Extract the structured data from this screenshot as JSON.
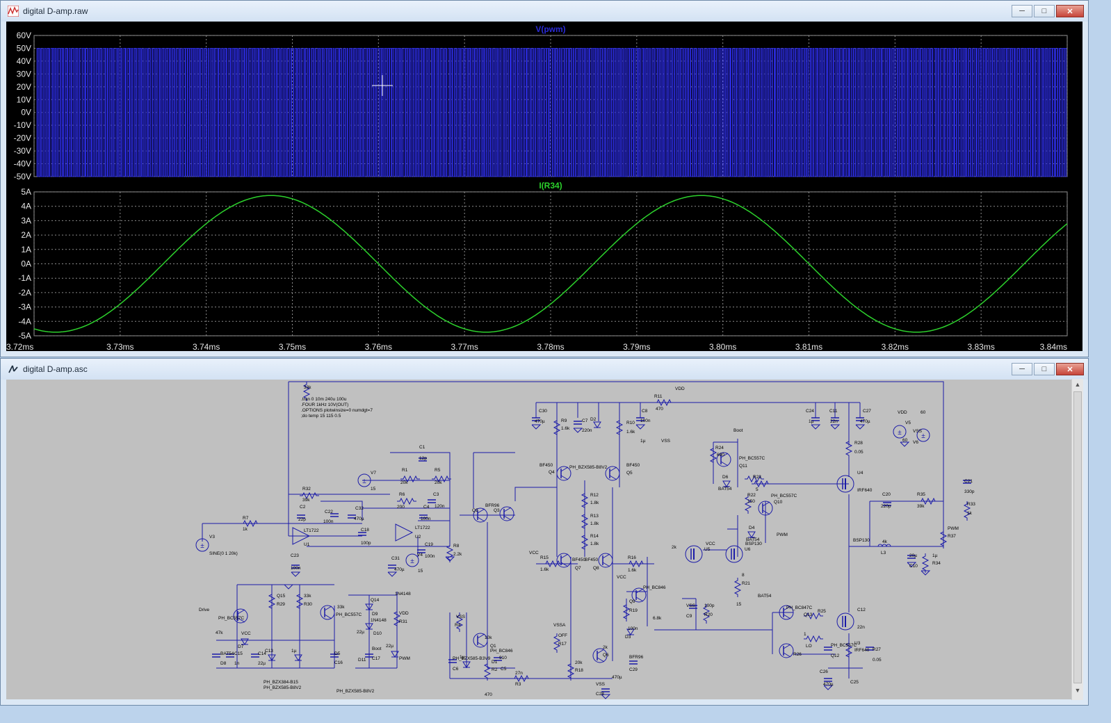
{
  "wave_window": {
    "title": "digital D-amp.raw",
    "buttons": {
      "minimize": "─",
      "maximize": "□",
      "close": "✕"
    }
  },
  "schem_window": {
    "title": "digital D-amp.asc",
    "buttons": {
      "minimize": "─",
      "maximize": "□",
      "close": "✕"
    }
  },
  "colors": {
    "pwm_trace": "#2a2ad8",
    "current_trace": "#2cd12c",
    "schematic_bg": "#c0c0c0",
    "wire": "#1a1aa8",
    "label": "#000000",
    "grid": "#8c8c8c"
  },
  "icons": {
    "waveform_window": "waveform-icon",
    "schematic_window": "schematic-icon"
  },
  "chart_data": [
    {
      "type": "line",
      "title": "V(pwm)",
      "ylim": [
        -50,
        60
      ],
      "yticks": [
        "60V",
        "50V",
        "40V",
        "30V",
        "20V",
        "10V",
        "0V",
        "-10V",
        "-20V",
        "-30V",
        "-40V",
        "-50V"
      ],
      "series": [
        {
          "name": "V(pwm)",
          "kind": "pwm",
          "high": 50,
          "low": -50
        }
      ]
    },
    {
      "type": "line",
      "title": "I(R34)",
      "ylim": [
        -5,
        5
      ],
      "yticks": [
        "5A",
        "4A",
        "3A",
        "2A",
        "1A",
        "0A",
        "-1A",
        "-2A",
        "-3A",
        "-4A",
        "-5A"
      ],
      "xlim": [
        3.72,
        3.84
      ],
      "xticks": [
        "3.72ms",
        "3.73ms",
        "3.74ms",
        "3.75ms",
        "3.76ms",
        "3.77ms",
        "3.78ms",
        "3.79ms",
        "3.80ms",
        "3.81ms",
        "3.82ms",
        "3.83ms",
        "3.84ms"
      ],
      "series": [
        {
          "name": "I(R34)",
          "amplitude": 4.75,
          "frequency_khz": 20,
          "peak_ms": 3.7475
        }
      ]
    }
  ],
  "schematic": {
    "directives": [
      ".tran 0 10m 240u 100u",
      ".FOUR 1kHz 10V(OUT)",
      ".OPTIONS plotwinsize=0 numdgt=7",
      ";do temp 15 115 0.5"
    ],
    "labels": [
      {
        "t": "33k"
      },
      {
        "t": "C30"
      },
      {
        "t": "470µ"
      },
      {
        "t": "R9"
      },
      {
        "t": "1.6k"
      },
      {
        "t": "C7"
      },
      {
        "t": "220n"
      },
      {
        "t": "D2"
      },
      {
        "t": "R10"
      },
      {
        "t": "1.6k"
      },
      {
        "t": "C8"
      },
      {
        "t": "100n"
      },
      {
        "t": "R11"
      },
      {
        "t": "470"
      },
      {
        "t": "VDD"
      },
      {
        "t": "C24"
      },
      {
        "t": "1µ"
      },
      {
        "t": "C11"
      },
      {
        "t": "22n"
      },
      {
        "t": "C27"
      },
      {
        "t": "470µ"
      },
      {
        "t": "VDD"
      },
      {
        "t": "V5"
      },
      {
        "t": "60"
      },
      {
        "t": "VSS"
      },
      {
        "t": "60"
      },
      {
        "t": "V6"
      },
      {
        "t": "R28"
      },
      {
        "t": "0.05"
      },
      {
        "t": "R24"
      },
      {
        "t": "680"
      },
      {
        "t": "Boot"
      },
      {
        "t": "PH_BC557C"
      },
      {
        "t": "Q11"
      },
      {
        "t": "C1"
      },
      {
        "t": "12p"
      },
      {
        "t": "V7"
      },
      {
        "t": "15"
      },
      {
        "t": "R1"
      },
      {
        "t": "20k"
      },
      {
        "t": "R5"
      },
      {
        "t": "20k"
      },
      {
        "t": "BF450"
      },
      {
        "t": "Q4"
      },
      {
        "t": "PH_BZX585-B8V2"
      },
      {
        "t": "BF450"
      },
      {
        "t": "Q5"
      },
      {
        "t": "D6"
      },
      {
        "t": "R23"
      },
      {
        "t": "5"
      },
      {
        "t": "BAT54"
      },
      {
        "t": "R22"
      },
      {
        "t": "150"
      },
      {
        "t": "PH_BC557C"
      },
      {
        "t": "Q10"
      },
      {
        "t": "U4"
      },
      {
        "t": "IRF640"
      },
      {
        "t": "C21"
      },
      {
        "t": "330p"
      },
      {
        "t": "R33"
      },
      {
        "t": "1k"
      },
      {
        "t": "R32"
      },
      {
        "t": "39k"
      },
      {
        "t": "R6"
      },
      {
        "t": "200"
      },
      {
        "t": "C3"
      },
      {
        "t": "C4"
      },
      {
        "t": "120n"
      },
      {
        "t": "100n"
      },
      {
        "t": "C2"
      },
      {
        "t": "22p"
      },
      {
        "t": "C22"
      },
      {
        "t": "100n"
      },
      {
        "t": "C32"
      },
      {
        "t": "470µ"
      },
      {
        "t": "Q2"
      },
      {
        "t": "BFR96"
      },
      {
        "t": "Q3"
      },
      {
        "t": "R12"
      },
      {
        "t": "1.8k"
      },
      {
        "t": "R13"
      },
      {
        "t": "1.8k"
      },
      {
        "t": "R14"
      },
      {
        "t": "1.8k"
      },
      {
        "t": "C20"
      },
      {
        "t": "220p"
      },
      {
        "t": "R35"
      },
      {
        "t": "39k"
      },
      {
        "t": "D4"
      },
      {
        "t": "BAT54"
      },
      {
        "t": "PWM"
      },
      {
        "t": "R7"
      },
      {
        "t": "1k"
      },
      {
        "t": "V3"
      },
      {
        "t": "SINE(0 1 20k)"
      },
      {
        "t": "U1"
      },
      {
        "t": "LT1722"
      },
      {
        "t": "C18"
      },
      {
        "t": "100p"
      },
      {
        "t": "LT1722"
      },
      {
        "t": "U2"
      },
      {
        "t": "C19"
      },
      {
        "t": "100n"
      },
      {
        "t": "R8"
      },
      {
        "t": "2.2k"
      },
      {
        "t": "C23"
      },
      {
        "t": "100n"
      },
      {
        "t": "C31"
      },
      {
        "t": "470µ"
      },
      {
        "t": "V4"
      },
      {
        "t": "15"
      },
      {
        "t": "VCC"
      },
      {
        "t": "R15"
      },
      {
        "t": "1.6k"
      },
      {
        "t": "BF450"
      },
      {
        "t": "BF450"
      },
      {
        "t": "Q7"
      },
      {
        "t": "Q8"
      },
      {
        "t": "R16"
      },
      {
        "t": "1.6k"
      },
      {
        "t": "VCC"
      },
      {
        "t": "PH_BC846"
      },
      {
        "t": "Q9"
      },
      {
        "t": "R19"
      },
      {
        "t": "2k"
      },
      {
        "t": "VCC"
      },
      {
        "t": "U5"
      },
      {
        "t": "BSP130"
      },
      {
        "t": "U6"
      },
      {
        "t": "BSP130"
      },
      {
        "t": "PWM"
      },
      {
        "t": "R37"
      },
      {
        "t": "4k"
      },
      {
        "t": "L3"
      },
      {
        "t": "20µ"
      },
      {
        "t": "C10"
      },
      {
        "t": "1µ"
      },
      {
        "t": "R34"
      },
      {
        "t": "8"
      },
      {
        "t": "R21"
      },
      {
        "t": "15"
      },
      {
        "t": "VSS"
      },
      {
        "t": "C9"
      },
      {
        "t": "100p"
      },
      {
        "t": "R20"
      },
      {
        "t": "6.8k"
      },
      {
        "t": "Drive"
      },
      {
        "t": "PH_BC557C"
      },
      {
        "t": "Q15"
      },
      {
        "t": "R29"
      },
      {
        "t": "33k"
      },
      {
        "t": "R30"
      },
      {
        "t": "33k"
      },
      {
        "t": "PH_BC557C"
      },
      {
        "t": "Q14"
      },
      {
        "t": "D9"
      },
      {
        "t": "1N4148"
      },
      {
        "t": "D10"
      },
      {
        "t": "1N4148"
      },
      {
        "t": "VDD"
      },
      {
        "t": "R31"
      },
      {
        "t": "47k"
      },
      {
        "t": "VCC"
      },
      {
        "t": "D7"
      },
      {
        "t": "BAT54"
      },
      {
        "t": "C15"
      },
      {
        "t": "C14"
      },
      {
        "t": "C13"
      },
      {
        "t": "D8"
      },
      {
        "t": "1n"
      },
      {
        "t": "22µ"
      },
      {
        "t": "1µ"
      },
      {
        "t": "D5"
      },
      {
        "t": "C16"
      },
      {
        "t": "22µ"
      },
      {
        "t": "Boot"
      },
      {
        "t": "C17"
      },
      {
        "t": "22µ"
      },
      {
        "t": "D11"
      },
      {
        "t": "PWM"
      },
      {
        "t": "PH_BZX384-B15"
      },
      {
        "t": "PH_BZX585-B8V2"
      },
      {
        "t": "PH_BZX585-B8V2"
      },
      {
        "t": "VSS"
      },
      {
        "t": "R4"
      },
      {
        "t": "10k"
      },
      {
        "t": "Q1"
      },
      {
        "t": "PH_BC846"
      },
      {
        "t": "PH_BZX585-B3V9"
      },
      {
        "t": "C6"
      },
      {
        "t": "1µ"
      },
      {
        "t": "D1"
      },
      {
        "t": "R2"
      },
      {
        "t": "910"
      },
      {
        "t": "C5"
      },
      {
        "t": "27n"
      },
      {
        "t": "R3"
      },
      {
        "t": "470"
      },
      {
        "t": "VSSA"
      },
      {
        "t": "OFF"
      },
      {
        "t": "R17"
      },
      {
        "t": "20k"
      },
      {
        "t": "R18"
      },
      {
        "t": "2k"
      },
      {
        "t": "Q6"
      },
      {
        "t": "BFR96"
      },
      {
        "t": "C29"
      },
      {
        "t": "470µ"
      },
      {
        "t": "VSS"
      },
      {
        "t": "C28"
      },
      {
        "t": "100n"
      },
      {
        "t": "D3"
      },
      {
        "t": "BAT54"
      },
      {
        "t": "PH_BC847C"
      },
      {
        "t": "Q13"
      },
      {
        "t": "R25"
      },
      {
        "t": "1"
      },
      {
        "t": "LO"
      },
      {
        "t": "R26"
      },
      {
        "t": "PH_BC557C"
      },
      {
        "t": "Q12"
      },
      {
        "t": "C12"
      },
      {
        "t": "22n"
      },
      {
        "t": "U3"
      },
      {
        "t": "IRF640"
      },
      {
        "t": "R27"
      },
      {
        "t": "0.05"
      },
      {
        "t": "C26"
      },
      {
        "t": "470µ"
      },
      {
        "t": "C25"
      },
      {
        "t": "1µ"
      },
      {
        "t": "VSS"
      }
    ]
  }
}
